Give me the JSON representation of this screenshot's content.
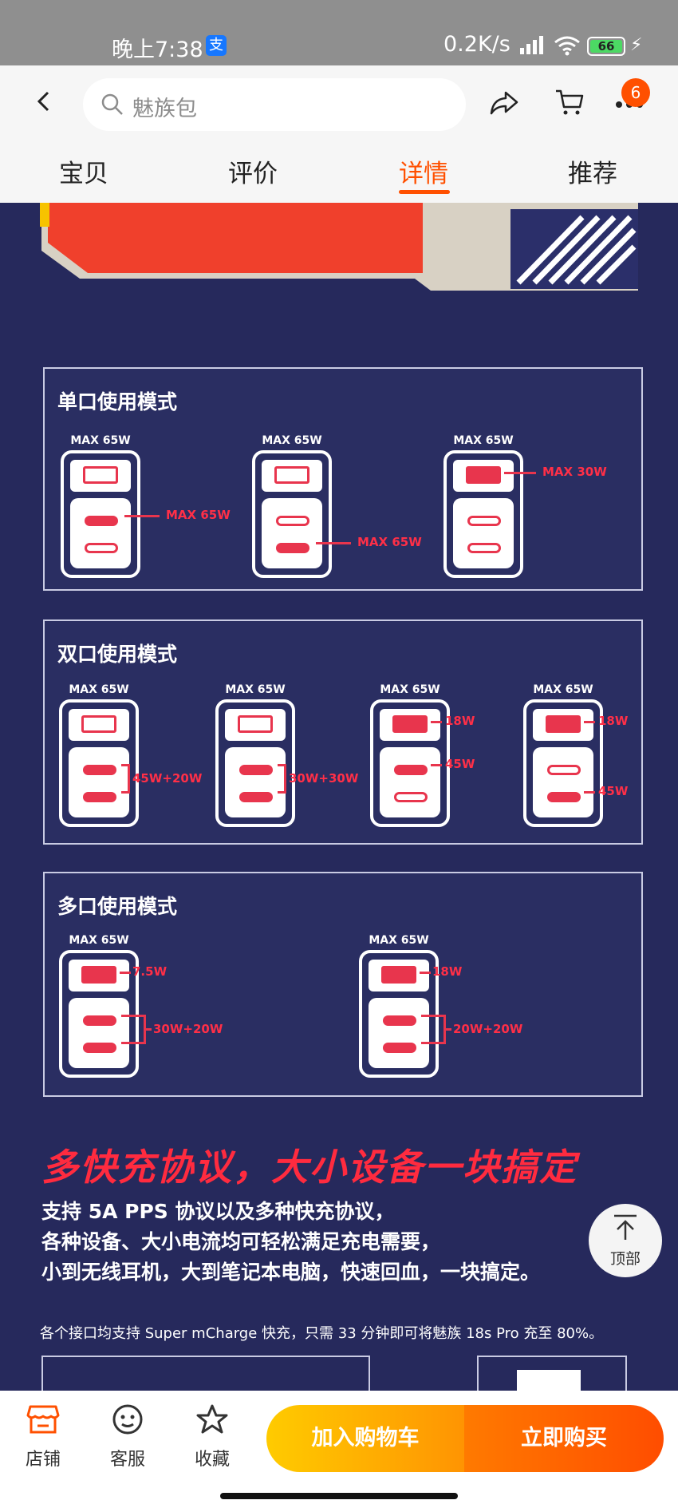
{
  "status_bar": {
    "time": "晚上7:38",
    "alipay": "支",
    "net_speed": "0.2K/s",
    "battery": "66"
  },
  "header": {
    "search_placeholder": "魅族包",
    "cart_badge": "6"
  },
  "tabs": [
    {
      "label": "宝贝"
    },
    {
      "label": "评价"
    },
    {
      "label": "详情",
      "active": true
    },
    {
      "label": "推荐"
    }
  ],
  "detail": {
    "max_label": "MAX 65W",
    "single": {
      "title": "单口使用模式",
      "labels": [
        "MAX 65W",
        "MAX 65W",
        "MAX 30W"
      ]
    },
    "dual": {
      "title": "双口使用模式",
      "labels": [
        "45W+20W",
        "30W+30W",
        "18W",
        "45W",
        "18W",
        "45W"
      ]
    },
    "multi": {
      "title": "多口使用模式",
      "labels": [
        "7.5W",
        "30W+20W",
        "18W",
        "20W+20W"
      ]
    },
    "headline": "多快充协议，大小设备一块搞定",
    "paragraph": [
      "支持 5A PPS 协议以及多种快充协议，",
      "各种设备、大小电流均可轻松满足充电需要，",
      "小到无线耳机，大到笔记本电脑，快速回血，一块搞定。"
    ],
    "note": "各个接口均支持 Super mCharge 快充，只需 33 分钟即可将魅族 18s Pro 充至 80%。"
  },
  "to_top": {
    "label": "顶部"
  },
  "bottom_bar": {
    "shop": "店铺",
    "service": "客服",
    "favorite": "收藏",
    "add_to_cart": "加入购物车",
    "buy_now": "立即购买"
  }
}
